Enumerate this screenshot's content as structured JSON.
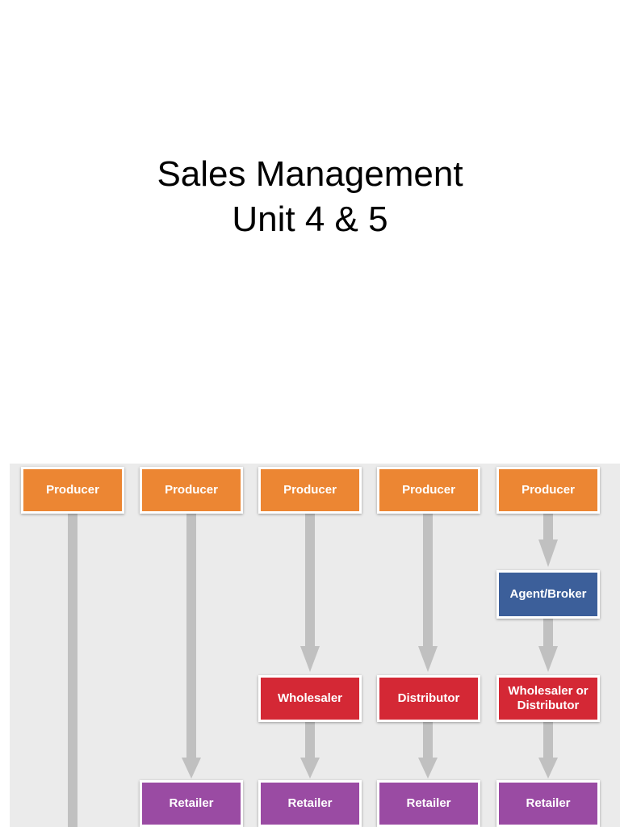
{
  "slide": {
    "title_line1": "Sales Management",
    "title_line2": "Unit 4 & 5"
  },
  "diagram": {
    "colors": {
      "producer": "#ec8633",
      "agent": "#3c5f9a",
      "middleman": "#d42835",
      "retailer": "#9a4ba3",
      "arrow": "#c0c0c0",
      "background": "#ebebeb"
    },
    "channels": [
      {
        "producer": "Producer",
        "retailer": ""
      },
      {
        "producer": "Producer",
        "retailer": "Retailer"
      },
      {
        "producer": "Producer",
        "middleman": "Wholesaler",
        "retailer": "Retailer"
      },
      {
        "producer": "Producer",
        "middleman": "Distributor",
        "retailer": "Retailer"
      },
      {
        "producer": "Producer",
        "agent": "Agent/Broker",
        "middleman": "Wholesaler or\nDistributor",
        "retailer": "Retailer"
      }
    ]
  }
}
